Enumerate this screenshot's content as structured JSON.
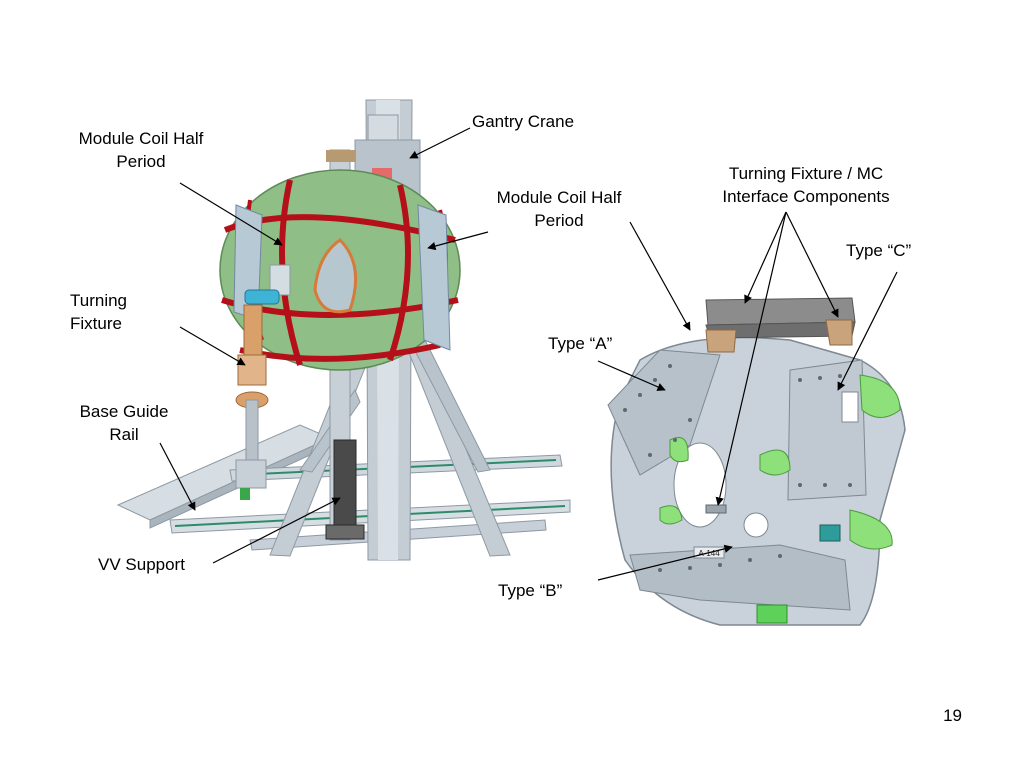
{
  "labels": {
    "module_coil_left": [
      "Module Coil Half",
      "Period"
    ],
    "gantry_crane": "Gantry Crane",
    "module_coil_center": [
      "Module Coil Half",
      "Period"
    ],
    "turning_fixture_mc": [
      "Turning Fixture / MC",
      "Interface Components"
    ],
    "type_c": "Type “C”",
    "turning_fixture": [
      "Turning",
      "Fixture"
    ],
    "type_a": "Type “A”",
    "base_guide_rail": [
      "Base Guide",
      "Rail"
    ],
    "vv_support": "VV Support",
    "type_b": "Type “B”",
    "part_tag": "A-144"
  },
  "page_number": "19",
  "colors": {
    "coil_green": "#8fbf86",
    "coil_frame_red": "#b5101a",
    "steel_grey": "#b9c3cc",
    "fixture_copper": "#d9a06a",
    "highlight_green": "#8de07a",
    "support_dark": "#4a4a4a"
  }
}
